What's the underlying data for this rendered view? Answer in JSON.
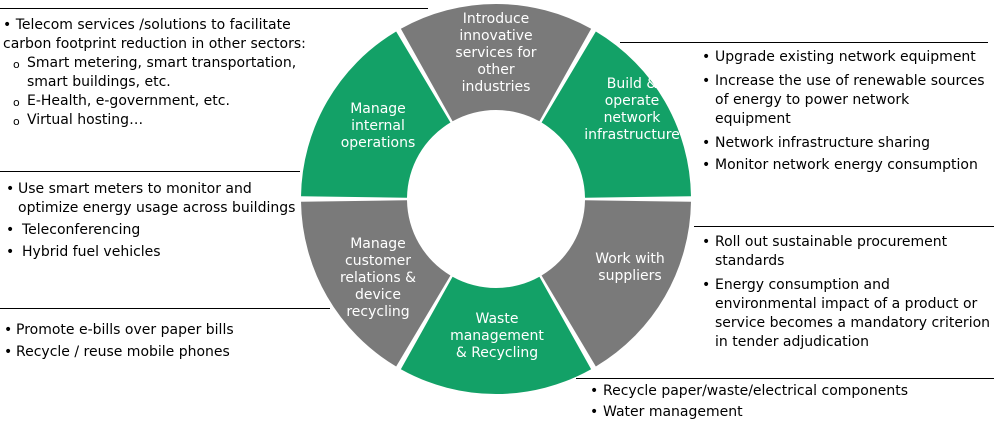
{
  "colors": {
    "green": "#13a167",
    "gray": "#7a7a7a",
    "white": "#ffffff",
    "text": "#000000"
  },
  "ring": {
    "segments": [
      {
        "lines": [
          "Introduce",
          "innovative",
          "services for",
          "other",
          "industries"
        ],
        "color": "gray"
      },
      {
        "lines": [
          "Build &",
          "operate",
          "network",
          "infrastructure"
        ],
        "color": "green"
      },
      {
        "lines": [
          "Work with",
          "suppliers"
        ],
        "color": "gray"
      },
      {
        "lines": [
          "Waste",
          "management",
          "& Recycling"
        ],
        "color": "green"
      },
      {
        "lines": [
          "Manage",
          "customer",
          "relations &",
          "device",
          "recycling"
        ],
        "color": "gray"
      },
      {
        "lines": [
          "Manage",
          "internal",
          "operations"
        ],
        "color": "green"
      }
    ]
  },
  "left_top": {
    "bullet": "•",
    "sub_marker": "o",
    "main": "Telecom services /solutions to facilitate carbon footprint reduction in other sectors:",
    "subitems": [
      "Smart metering, smart transportation, smart buildings, etc.",
      "E-Health, e-government, etc.",
      "Virtual hosting…"
    ]
  },
  "left_mid": {
    "bullet": "•",
    "items": [
      "Use smart meters to monitor and optimize energy usage across buildings",
      "Teleconferencing",
      "Hybrid fuel vehicles"
    ]
  },
  "left_bottom": {
    "bullet": "•",
    "items": [
      "Promote e-bills over paper bills",
      "Recycle / reuse mobile phones"
    ]
  },
  "right_top": {
    "bullet": "•",
    "items": [
      "Upgrade existing network equipment",
      "Increase the use of renewable sources of energy to power network equipment",
      "Network infrastructure sharing",
      "Monitor network energy consumption"
    ]
  },
  "right_mid": {
    "bullet": "•",
    "items": [
      "Roll out sustainable procurement standards",
      "Energy consumption and environmental impact of a product or service becomes a mandatory criterion in tender adjudication"
    ]
  },
  "bottom_right": {
    "bullet": "•",
    "items": [
      "Recycle paper/waste/electrical components",
      "Water management"
    ]
  }
}
